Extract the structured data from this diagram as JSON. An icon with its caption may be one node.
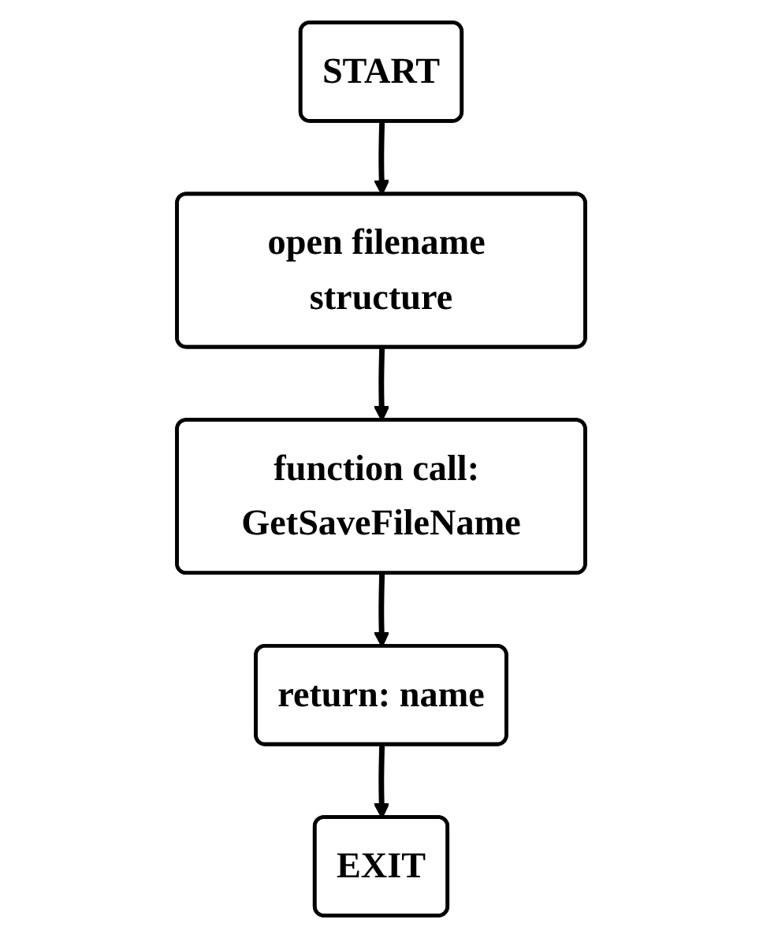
{
  "diagram": {
    "nodes": [
      {
        "text": [
          "START"
        ]
      },
      {
        "text": [
          "open filename structure"
        ]
      },
      {
        "text": [
          "function call: GetSaveFileName"
        ]
      },
      {
        "text": [
          "return: name"
        ]
      },
      {
        "text": [
          "EXIT"
        ]
      }
    ],
    "edges": [
      {
        "from": 0,
        "to": 1,
        "arrow": "to"
      },
      {
        "from": 1,
        "to": 2,
        "arrow": "to"
      },
      {
        "from": 2,
        "to": 3,
        "arrow": "to"
      },
      {
        "from": 3,
        "to": 4,
        "arrow": "to"
      }
    ]
  }
}
